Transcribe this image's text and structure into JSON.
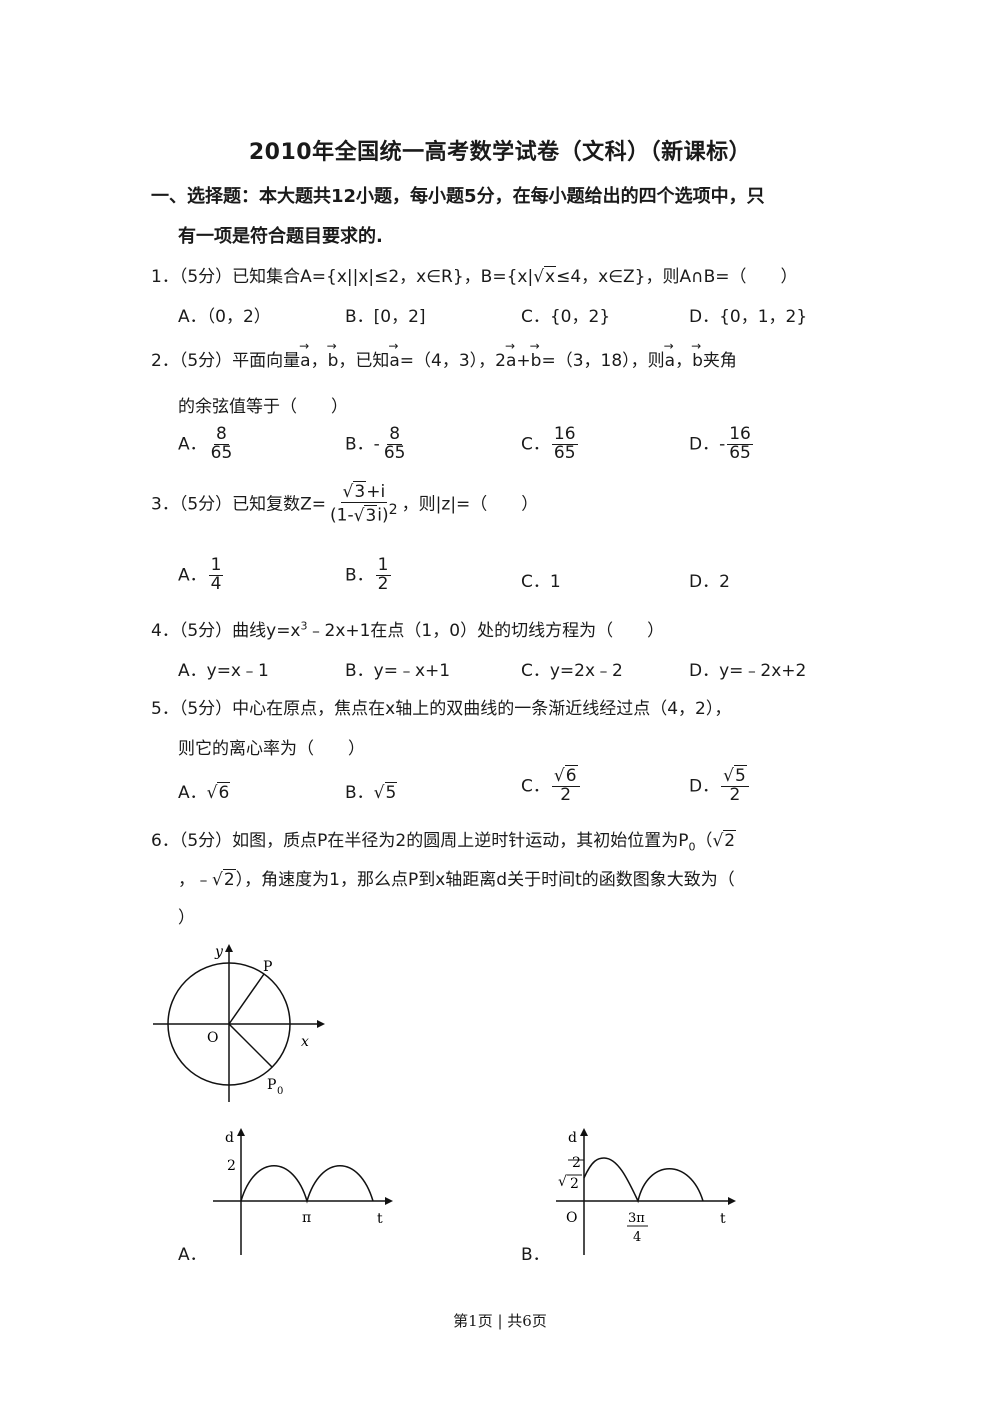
{
  "title": "2010年全国统一高考数学试卷（文科）（新课标）",
  "section": {
    "line1": "一、选择题：本大题共12小题，每小题5分，在每小题给出的四个选项中，只",
    "line2": "有一项是符合题目要求的."
  },
  "q1": {
    "stem": "1．（5分）已知集合A={x||x|≤2，x∈R}，B={x|",
    "sqrt_var": "x",
    "stem_tail": "≤4，x∈Z}，则A∩B=（　　）",
    "options": [
      "A．（0，2）",
      "B．[0，2]",
      "C．{0，2}",
      "D．{0，1，2}"
    ]
  },
  "q2": {
    "stem_a": "2．（5分）平面向量",
    "va": "a",
    "comma1": "，",
    "vb": "b",
    "stem_b": "，已知",
    "va2": "a",
    "stem_c": "=（4，3），2",
    "va3": "a",
    "plus": "+",
    "vb2": "b",
    "stem_d": "=（3，18），则",
    "va4": "a",
    "comma2": "，",
    "vb3": "b",
    "stem_e": "夹角",
    "line2": "的余弦值等于（　　）",
    "options": [
      {
        "label": "A．",
        "sign": "",
        "num": "8",
        "den": "65"
      },
      {
        "label": "B．",
        "sign": "-",
        "num": "8",
        "den": "65"
      },
      {
        "label": "C．",
        "sign": "",
        "num": "16",
        "den": "65"
      },
      {
        "label": "D．",
        "sign": "-",
        "num": "16",
        "den": "65"
      }
    ]
  },
  "q3": {
    "stem": "3．（5分）已知复数Z=",
    "num_rad": "3",
    "num_tail": "+i",
    "den_head": "(1-",
    "den_rad": "3",
    "den_tail": "i)",
    "den_exp": "2",
    "stem_tail": "，则|z|=（　　）",
    "options": [
      {
        "label": "A．",
        "num": "1",
        "den": "4"
      },
      {
        "label": "B．",
        "num": "1",
        "den": "2"
      },
      {
        "label": "C．1"
      },
      {
        "label": "D．2"
      }
    ]
  },
  "q4": {
    "stem_head": "4．（5分）曲线y=x",
    "stem_exp": "3",
    "stem_tail": "﹣2x+1在点（1，0）处的切线方程为（　　）",
    "options": [
      "A．y=x﹣1",
      "B．y=﹣x+1",
      "C．y=2x﹣2",
      "D．y=﹣2x+2"
    ]
  },
  "q5": {
    "line1": "5．（5分）中心在原点，焦点在x轴上的双曲线的一条渐近线经过点（4，2），",
    "line2": "则它的离心率为（　　）",
    "options": [
      {
        "label": "A．",
        "rad": "6"
      },
      {
        "label": "B．",
        "rad": "5"
      },
      {
        "label": "C．",
        "rad": "6",
        "den": "2"
      },
      {
        "label": "D．",
        "rad": "5",
        "den": "2"
      }
    ]
  },
  "q6": {
    "line1_head": "6．（5分）如图，质点P在半径为2的圆周上逆时针运动，其初始位置为P",
    "line1_sub": "0",
    "line1_tail": "（",
    "line1_rad": "2",
    "line2_head": "，﹣",
    "line2_rad": "2",
    "line2_tail": "），角速度为1，那么点P到x轴距离d关于时间t的函数图象大致为（",
    "line3": "）"
  },
  "circle_fig": {
    "y": "y",
    "x": "x",
    "o": "O",
    "p": "P",
    "p0": "P",
    "p0_sub": "0"
  },
  "graph_a": {
    "option": "A．",
    "d": "d",
    "t": "t",
    "y_tick": "2",
    "x_tick": "π"
  },
  "graph_b": {
    "option": "B．",
    "d": "d",
    "t": "t",
    "o": "O",
    "y_tick1": "2",
    "y_tick2": "2",
    "x_tick_num": "3π",
    "x_tick_den": "4"
  },
  "footer": "第1页 | 共6页"
}
